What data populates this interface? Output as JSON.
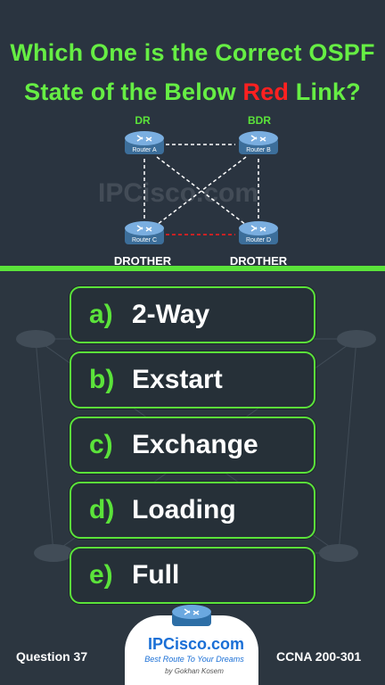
{
  "question": {
    "line1": "Which One is the Correct OSPF",
    "line2_before": "State of the Below ",
    "line2_red": "Red",
    "line2_after": " Link?"
  },
  "diagram": {
    "roles": {
      "dr": "DR",
      "bdr": "BDR",
      "drother_left": "DROTHER",
      "drother_right": "DROTHER"
    },
    "routers": {
      "a": "Router A",
      "b": "Router B",
      "c": "Router C",
      "d": "Router D"
    },
    "watermark": "IPCisco.com",
    "colors": {
      "normal_link": "#ffffff",
      "red_link": "#e02020"
    }
  },
  "options": [
    {
      "letter": "a)",
      "text": "2-Way"
    },
    {
      "letter": "b)",
      "text": "Exstart"
    },
    {
      "letter": "c)",
      "text": "Exchange"
    },
    {
      "letter": "d)",
      "text": "Loading"
    },
    {
      "letter": "e)",
      "text": "Full"
    }
  ],
  "footer": {
    "question_number": "Question 37",
    "course": "CCNA 200-301",
    "logo_name_part1": "IPCisco",
    "logo_name_part2": ".com",
    "logo_tagline": "Best Route To Your Dreams",
    "logo_author": "by Gokhan Kosem"
  },
  "colors": {
    "accent": "#5be33a",
    "red": "#ff2020",
    "background": "#2c3640"
  }
}
